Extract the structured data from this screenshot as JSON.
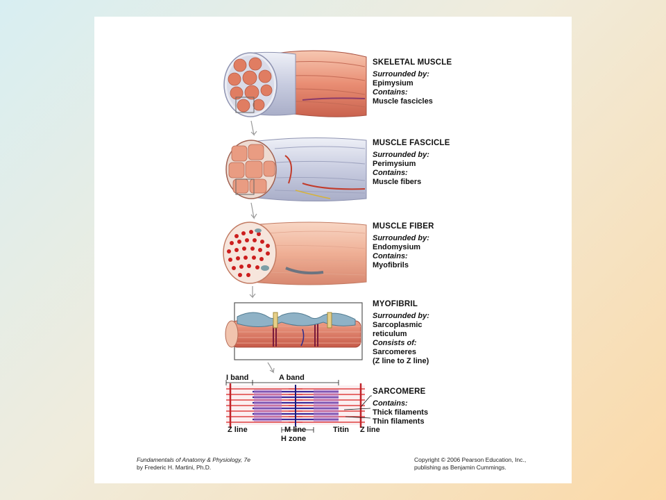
{
  "levels": [
    {
      "title": "SKELETAL  MUSCLE",
      "surr_h": "Surrounded by:",
      "surr_v": [
        "Epimysium"
      ],
      "cont_h": "Contains:",
      "cont_v": [
        "Muscle fascicles"
      ]
    },
    {
      "title": "MUSCLE  FASCICLE",
      "surr_h": "Surrounded by:",
      "surr_v": [
        "Perimysium"
      ],
      "cont_h": "Contains:",
      "cont_v": [
        "Muscle fibers"
      ]
    },
    {
      "title": "MUSCLE  FIBER",
      "surr_h": "Surrounded by:",
      "surr_v": [
        "Endomysium"
      ],
      "cont_h": "Contains:",
      "cont_v": [
        "Myofibrils"
      ]
    },
    {
      "title": "MYOFIBRIL",
      "surr_h": "Surrounded by:",
      "surr_v": [
        "Sarcoplasmic",
        "reticulum"
      ],
      "cont_h": "Consists of:",
      "cont_v": [
        "Sarcomeres",
        "(Z line to Z line)"
      ]
    },
    {
      "title": "SARCOMERE",
      "surr_h": "",
      "surr_v": [],
      "cont_h": "Contains:",
      "cont_v": [
        "Thick filaments",
        "Thin filaments"
      ]
    }
  ],
  "sarcomere_labels": {
    "i_band": "I band",
    "a_band": "A band",
    "z_line_left": "Z line",
    "m_line": "M line",
    "h_zone": "H zone",
    "titin": "Titin",
    "z_line_right": "Z line"
  },
  "credits": {
    "book": "Fundamentals of Anatomy & Physiology, 7e",
    "author": "by Frederic H. Martini, Ph.D.",
    "copyright": "Copyright © 2006 Pearson Education, Inc.,",
    "publisher": "publishing as Benjamin Cummings."
  }
}
